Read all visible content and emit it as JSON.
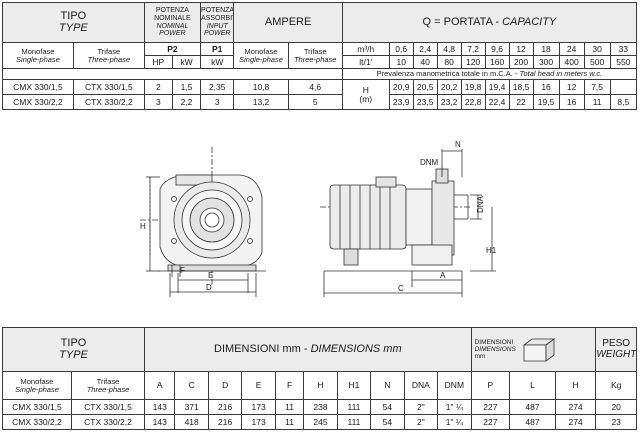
{
  "top": {
    "tipo": "TIPO",
    "type": "TYPE",
    "pot_nom_1": "POTENZA",
    "pot_nom_2": "NOMINALE",
    "pot_nom_3": "NOMINAL POWER",
    "pot_ass_1": "POTENZA",
    "pot_ass_2": "ASSORBITA",
    "pot_ass_3": "INPUT",
    "pot_ass_4": "POWER",
    "ampere": "AMPERE",
    "q_title": "Q = PORTATA - ",
    "q_capacity": "CAPACITY",
    "p2": "P2",
    "p1": "P1",
    "monofase": "Monofase",
    "single_phase": "Single-phase",
    "trifase": "Trifase",
    "three_phase": "Three-phase",
    "hp": "HP",
    "kw": "kW",
    "kw2": "kW",
    "amp_mono": "Monofase",
    "amp_mono_en": "Single-phase",
    "amp_tri": "Trifase",
    "amp_tri_en": "Three-phase",
    "m3h": "m³/h",
    "lt": "lt/1'",
    "m3h_values": [
      "0,6",
      "2,4",
      "4,8",
      "7,2",
      "9,6",
      "12",
      "18",
      "24",
      "30",
      "33"
    ],
    "lt_values": [
      "10",
      "40",
      "80",
      "120",
      "160",
      "200",
      "300",
      "400",
      "500",
      "550"
    ],
    "prevalenza_it": "Prevalenza manometrica totale in m.C.A. - ",
    "prevalenza_en": "Total head in meters w.c.",
    "h_label": "H",
    "m_label": "(m)",
    "rows": [
      {
        "mono": "CMX 330/1,5",
        "tri": "CTX 330/1,5",
        "hp": "2",
        "kw": "1,5",
        "p1": "2,35",
        "amp_m": "10,8",
        "amp_t": "4,6",
        "h": [
          "20,9",
          "20,5",
          "20,2",
          "19,8",
          "19,4",
          "18,5",
          "16",
          "12",
          "7,5",
          ""
        ]
      },
      {
        "mono": "CMX 330/2,2",
        "tri": "CTX 330/2,2",
        "hp": "3",
        "kw": "2,2",
        "p1": "3",
        "amp_m": "13,2",
        "amp_t": "5",
        "h": [
          "23,9",
          "23,5",
          "23,2",
          "22,8",
          "22,4",
          "22",
          "19,5",
          "16",
          "11",
          "8,5"
        ]
      }
    ]
  },
  "drawing": {
    "labels": {
      "H": "H",
      "F": "F",
      "E": "E",
      "D": "D",
      "DNM": "DNM",
      "N": "N",
      "DNA": "DNA",
      "H1": "H1",
      "A": "A",
      "C": "C"
    }
  },
  "bottom": {
    "tipo": "TIPO",
    "type": "TYPE",
    "dim_it": "DIMENSIONI mm - ",
    "dim_en": "DIMENSIONS mm",
    "dimensioni": "DIMENSIONI",
    "dimensions": "DIMENSIONS",
    "mm": "mm",
    "peso": "PESO",
    "weight": "WEIGHT",
    "monofase": "Monofase",
    "single_phase": "Single-phase",
    "trifase": "Trifase",
    "three_phase": "Three-phase",
    "cols": [
      "A",
      "C",
      "D",
      "E",
      "F",
      "H",
      "H1",
      "N",
      "DNA",
      "DNM",
      "P",
      "L",
      "H",
      "Kg"
    ],
    "rows": [
      {
        "mono": "CMX 330/1,5",
        "tri": "CTX 330/1,5",
        "vals": [
          "143",
          "371",
          "216",
          "173",
          "11",
          "238",
          "111",
          "54",
          "2\"",
          "1\" ¼",
          "227",
          "487",
          "274",
          "20"
        ]
      },
      {
        "mono": "CMX 330/2,2",
        "tri": "CTX 330/2,2",
        "vals": [
          "143",
          "418",
          "216",
          "173",
          "11",
          "245",
          "111",
          "54",
          "2\"",
          "1\" ¼",
          "227",
          "487",
          "274",
          "23"
        ]
      }
    ]
  }
}
